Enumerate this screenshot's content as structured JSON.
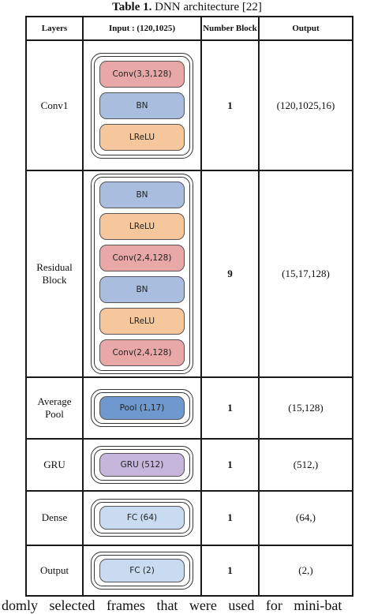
{
  "caption": {
    "label": "Table 1.",
    "text": "DNN architecture [22]"
  },
  "headers": {
    "layers": "Layers",
    "input": "Input : (120,1025)",
    "number_block": "Number Block",
    "output": "Output"
  },
  "rows": [
    {
      "layer": "Conv1",
      "blocks": [
        "Conv(3,3,128)",
        "BN",
        "LReLU"
      ],
      "number": "1",
      "output": "(120,1025,16)"
    },
    {
      "layer": "Residual Block",
      "blocks": [
        "BN",
        "LReLU",
        "Conv(2,4,128)",
        "BN",
        "LReLU",
        "Conv(2,4,128)"
      ],
      "number": "9",
      "output": "(15,17,128)"
    },
    {
      "layer": "Average Pool",
      "blocks": [
        "Pool (1,17)"
      ],
      "number": "1",
      "output": "(15,128)"
    },
    {
      "layer": "GRU",
      "blocks": [
        "GRU (512)"
      ],
      "number": "1",
      "output": "(512,)"
    },
    {
      "layer": "Dense",
      "blocks": [
        "FC (64)"
      ],
      "number": "1",
      "output": "(64,)"
    },
    {
      "layer": "Output",
      "blocks": [
        "FC (2)"
      ],
      "number": "1",
      "output": "(2,)"
    }
  ],
  "footer_text": "domly selected frames that were used for mini-bat"
}
